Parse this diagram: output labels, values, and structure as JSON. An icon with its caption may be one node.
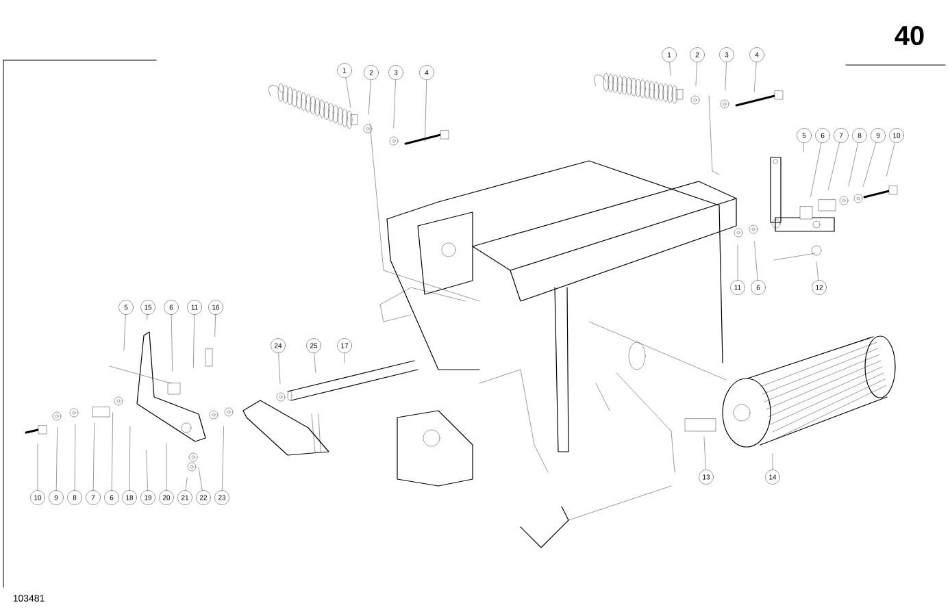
{
  "diagram": {
    "nodes": [
      {
        "text": [
          "1"
        ]
      },
      {
        "text": [
          "2"
        ]
      },
      {
        "text": [
          "3"
        ]
      },
      {
        "text": [
          "4"
        ]
      },
      {
        "text": [
          "1"
        ]
      },
      {
        "text": [
          "2"
        ]
      },
      {
        "text": [
          "3"
        ]
      },
      {
        "text": [
          "4"
        ]
      },
      {
        "text": [
          "5"
        ]
      },
      {
        "text": [
          "6"
        ]
      },
      {
        "text": [
          "7"
        ]
      },
      {
        "text": [
          "8"
        ]
      },
      {
        "text": [
          "9"
        ]
      },
      {
        "text": [
          "10"
        ]
      },
      {
        "text": [
          "11"
        ]
      },
      {
        "text": [
          "6"
        ]
      },
      {
        "text": [
          "12"
        ]
      },
      {
        "text": [
          "5"
        ]
      },
      {
        "text": [
          "15"
        ]
      },
      {
        "text": [
          "6"
        ]
      },
      {
        "text": [
          "11"
        ]
      },
      {
        "text": [
          "16"
        ]
      },
      {
        "text": [
          "24"
        ]
      },
      {
        "text": [
          "25"
        ]
      },
      {
        "text": [
          "17"
        ]
      },
      {
        "text": [
          "13"
        ]
      },
      {
        "text": [
          "14"
        ]
      },
      {
        "text": [
          "10"
        ]
      },
      {
        "text": [
          "9"
        ]
      },
      {
        "text": [
          "8"
        ]
      },
      {
        "text": [
          "7"
        ]
      },
      {
        "text": [
          "6"
        ]
      },
      {
        "text": [
          "18"
        ]
      },
      {
        "text": [
          "19"
        ]
      },
      {
        "text": [
          "20"
        ]
      },
      {
        "text": [
          "21"
        ]
      },
      {
        "text": [
          "22"
        ]
      },
      {
        "text": [
          "23"
        ]
      }
    ],
    "edges": [
      {
        "from": 0,
        "to": null,
        "arrow": "none"
      },
      {
        "from": 1,
        "to": null,
        "arrow": "none"
      },
      {
        "from": 2,
        "to": null,
        "arrow": "none"
      },
      {
        "from": 3,
        "to": null,
        "arrow": "none"
      },
      {
        "from": 4,
        "to": null,
        "arrow": "none"
      },
      {
        "from": 5,
        "to": null,
        "arrow": "none"
      },
      {
        "from": 6,
        "to": null,
        "arrow": "none"
      },
      {
        "from": 7,
        "to": null,
        "arrow": "none"
      },
      {
        "from": 8,
        "to": null,
        "arrow": "none"
      },
      {
        "from": 9,
        "to": null,
        "arrow": "none"
      },
      {
        "from": 10,
        "to": null,
        "arrow": "none"
      },
      {
        "from": 11,
        "to": null,
        "arrow": "none"
      },
      {
        "from": 12,
        "to": null,
        "arrow": "none"
      },
      {
        "from": 13,
        "to": null,
        "arrow": "none"
      },
      {
        "from": 14,
        "to": null,
        "arrow": "none"
      },
      {
        "from": 15,
        "to": null,
        "arrow": "none"
      },
      {
        "from": 16,
        "to": null,
        "arrow": "none"
      },
      {
        "from": 17,
        "to": null,
        "arrow": "none"
      },
      {
        "from": 18,
        "to": null,
        "arrow": "none"
      },
      {
        "from": 19,
        "to": null,
        "arrow": "none"
      },
      {
        "from": 20,
        "to": null,
        "arrow": "none"
      },
      {
        "from": 21,
        "to": null,
        "arrow": "none"
      },
      {
        "from": 22,
        "to": null,
        "arrow": "none"
      },
      {
        "from": 23,
        "to": null,
        "arrow": "none"
      },
      {
        "from": 24,
        "to": null,
        "arrow": "none"
      },
      {
        "from": 25,
        "to": null,
        "arrow": "none"
      },
      {
        "from": 26,
        "to": null,
        "arrow": "none"
      },
      {
        "from": 27,
        "to": null,
        "arrow": "none"
      },
      {
        "from": 28,
        "to": null,
        "arrow": "none"
      },
      {
        "from": 29,
        "to": null,
        "arrow": "none"
      },
      {
        "from": 30,
        "to": null,
        "arrow": "none"
      },
      {
        "from": 31,
        "to": null,
        "arrow": "none"
      },
      {
        "from": 32,
        "to": null,
        "arrow": "none"
      },
      {
        "from": 33,
        "to": null,
        "arrow": "none"
      },
      {
        "from": 34,
        "to": null,
        "arrow": "none"
      },
      {
        "from": 35,
        "to": null,
        "arrow": "none"
      },
      {
        "from": 36,
        "to": null,
        "arrow": "none"
      },
      {
        "from": 37,
        "to": null,
        "arrow": "none"
      }
    ],
    "labels": [
      "40",
      "103481"
    ]
  }
}
